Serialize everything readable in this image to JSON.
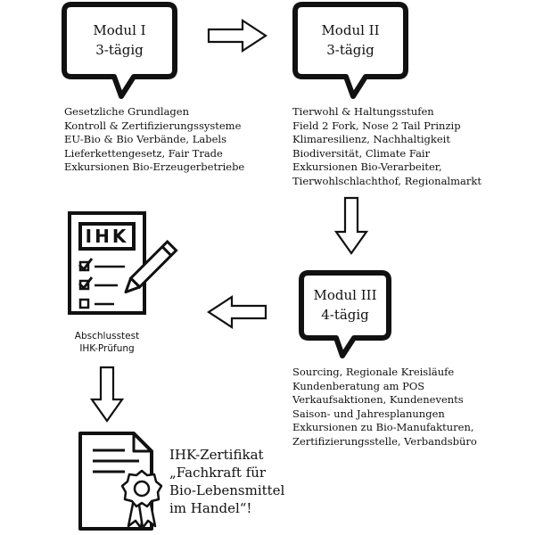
{
  "modules": [
    {
      "title": "Modul I",
      "duration": "3-tägig",
      "topics": [
        "Gesetzliche Grundlagen",
        "Kontroll & Zertifizierungssysteme",
        "EU-Bio & Bio Verbände, Labels",
        "Lieferkettengesetz, Fair Trade",
        "Exkursionen Bio-Erzeugerbetriebe"
      ]
    },
    {
      "title": "Modul II",
      "duration": "3-tägig",
      "topics": [
        "Tierwohl & Haltungsstufen",
        "Field 2 Fork, Nose 2 Tail Prinzip",
        "Klimaresilienz, Nachhaltigkeit",
        "Biodiversität, Climate Fair",
        "Exkursionen Bio-Verarbeiter,",
        "Tierwohlschlachthof, Regionalmarkt"
      ]
    },
    {
      "title": "Modul III",
      "duration": "4-tägig",
      "topics": [
        "Sourcing, Regionale Kreisläufe",
        "Kundenberatung am POS",
        "Verkaufsaktionen, Kundenevents",
        "Saison- und Jahresplanungen",
        "Exkursionen zu Bio-Manufakturen,",
        "Zertifizierungsstelle, Verbandsbüro"
      ]
    }
  ],
  "exam": {
    "form_label": "IHK",
    "line1": "Abschlusstest",
    "line2": "IHK-Prüfung"
  },
  "certificate": {
    "lines": [
      "IHK-Zertifikat",
      "„Fachkraft für",
      "Bio-Lebensmittel",
      "im Handel“!"
    ]
  },
  "icons": [
    "speech-bubble-icon",
    "arrow-right-icon",
    "arrow-down-icon",
    "arrow-left-icon",
    "exam-form-icon",
    "pencil-icon",
    "checkbox-icon",
    "certificate-icon",
    "rosette-icon"
  ],
  "colors": {
    "ink": "#111111",
    "background": "#ffffff"
  }
}
